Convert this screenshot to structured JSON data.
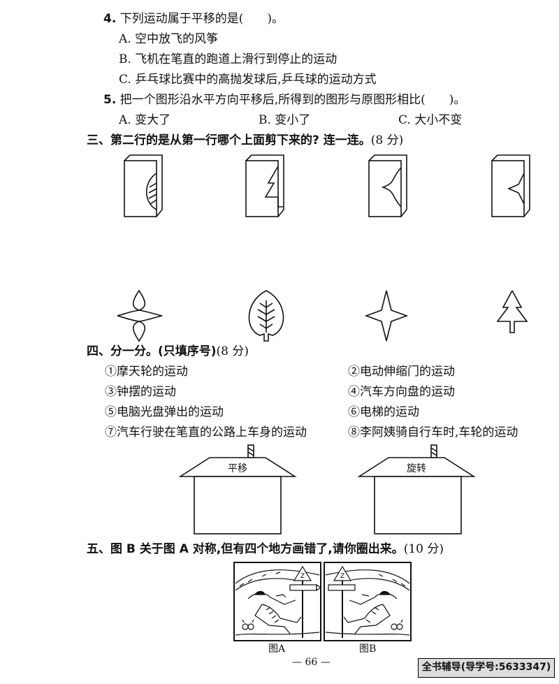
{
  "q4": {
    "num": "4.",
    "text": "下列运动属于平移的是(　　)。",
    "options": [
      "A. 空中放飞的风筝",
      "B. 飞机在笔直的跑道上滑行到停止的运动",
      "C. 乒乓球比赛中的高抛发球后,乒乓球的运动方式"
    ]
  },
  "q5": {
    "num": "5.",
    "text": "把一个图形沿水平方向平移后,所得到的图形与原图形相比(　　)。",
    "options": [
      "A. 变大了",
      "B. 变小了",
      "C. 大小不变"
    ]
  },
  "section3": {
    "title": "三、第二行的是从第一行哪个上面剪下来的? 连一连。",
    "points": "(8 分)"
  },
  "section4": {
    "title": "四、分一分。(只填序号)",
    "points": "(8 分)",
    "items": [
      "①摩天轮的运动",
      "②电动伸缩门的运动",
      "③钟摆的运动",
      "④汽车方向盘的运动",
      "⑤电脑光盘弹出的运动",
      "⑥电梯的运动",
      "⑦汽车行驶在笔直的公路上车身的运动",
      "⑧李阿姨骑自行车时,车轮的运动"
    ],
    "houses": [
      "平移",
      "旋转"
    ]
  },
  "section5": {
    "title": "五、图 B 关于图 A 对称,但有四个地方画错了,请你圈出来。",
    "points": "(10 分)",
    "caption_a": "图A",
    "caption_b": "图B",
    "sign_letter": "Z"
  },
  "footer": {
    "page": "— 66 —",
    "badge": "全书辅导(导学号:5633347)"
  }
}
